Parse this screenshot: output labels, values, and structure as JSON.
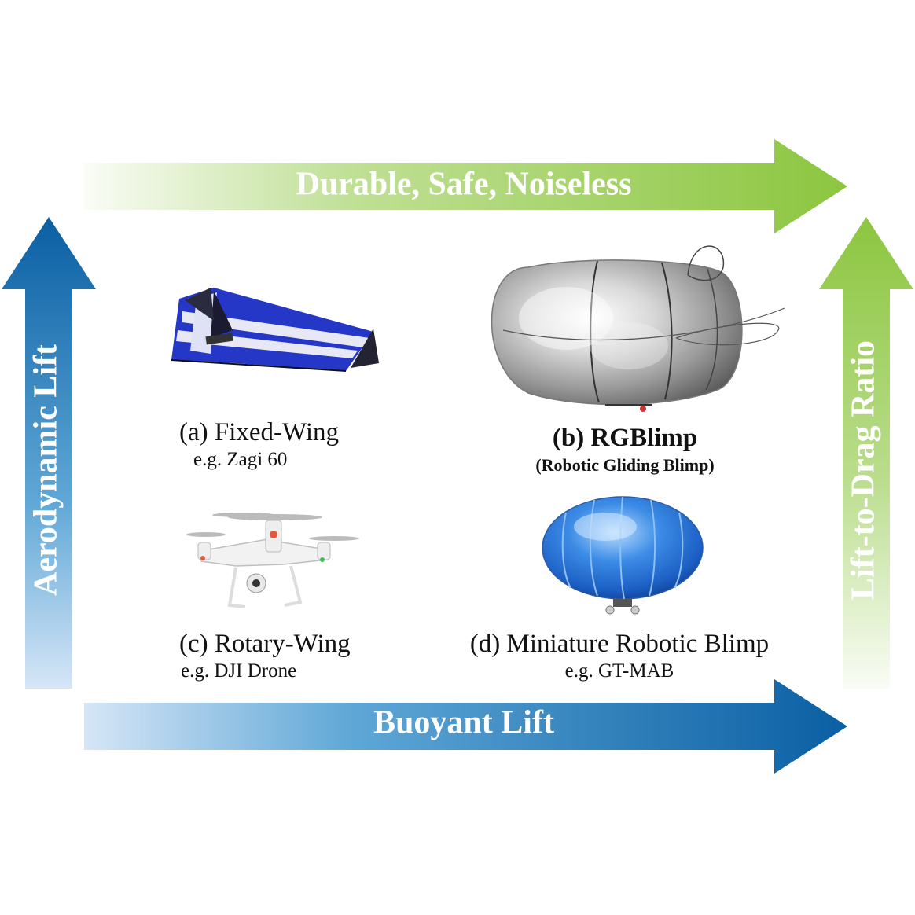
{
  "arrows": {
    "top": "Durable, Safe, Noiseless",
    "bottom": "Buoyant Lift",
    "left": "Aerodynamic Lift",
    "right": "Lift-to-Drag Ratio"
  },
  "colors": {
    "green": "#8cc63f",
    "blue": "#0a6bb0",
    "light_blue": "#d6e6f7"
  },
  "items": [
    {
      "title": "(a) Fixed-Wing",
      "subtitle": "e.g. Zagi 60",
      "icon": "flying-wing-icon"
    },
    {
      "title": "(b) RGBlimp",
      "subtitle": "(Robotic Gliding Blimp)",
      "icon": "silver-blimp-icon"
    },
    {
      "title": "(c) Rotary-Wing",
      "subtitle": "e.g. DJI Drone",
      "icon": "quadcopter-icon"
    },
    {
      "title": "(d) Miniature Robotic Blimp",
      "subtitle": "e.g. GT-MAB",
      "icon": "blue-blimp-icon"
    }
  ]
}
